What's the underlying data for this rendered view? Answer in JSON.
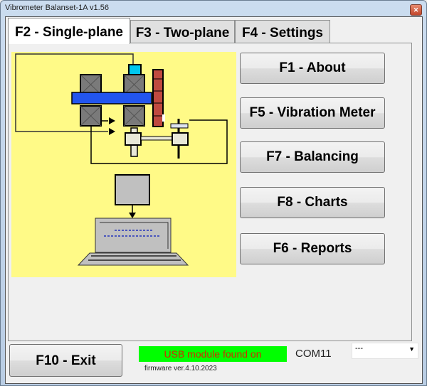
{
  "window": {
    "title": "Vibrometer Balanset-1A  v1.56",
    "close_icon": "close-icon"
  },
  "tabs": [
    {
      "label": "F2 - Single-plane",
      "active": true
    },
    {
      "label": "F3 - Two-plane",
      "active": false
    },
    {
      "label": "F4 - Settings",
      "active": false
    }
  ],
  "diagram": {
    "description_icon": "single-plane-balancing-diagram",
    "colors": {
      "background": "#fffa87",
      "shaft": "#2255ee",
      "sensor": "#00c8f0",
      "rotor": "#c04a40",
      "bearing": "#7a7a7a",
      "unit": "#c0c0c0"
    }
  },
  "menu_buttons": [
    {
      "label": "F1 - About"
    },
    {
      "label": "F5 - Vibration Meter"
    },
    {
      "label": "F7 - Balancing"
    },
    {
      "label": "F8 - Charts"
    },
    {
      "label": "F6 - Reports"
    }
  ],
  "footer": {
    "exit_label": "F10 - Exit",
    "usb_status": "USB module found on",
    "usb_status_bg": "#00ff00",
    "usb_status_color": "#d22a00",
    "firmware": "firmware ver.4.10.2023",
    "com_port": "COM11",
    "port_select_value": "---"
  }
}
